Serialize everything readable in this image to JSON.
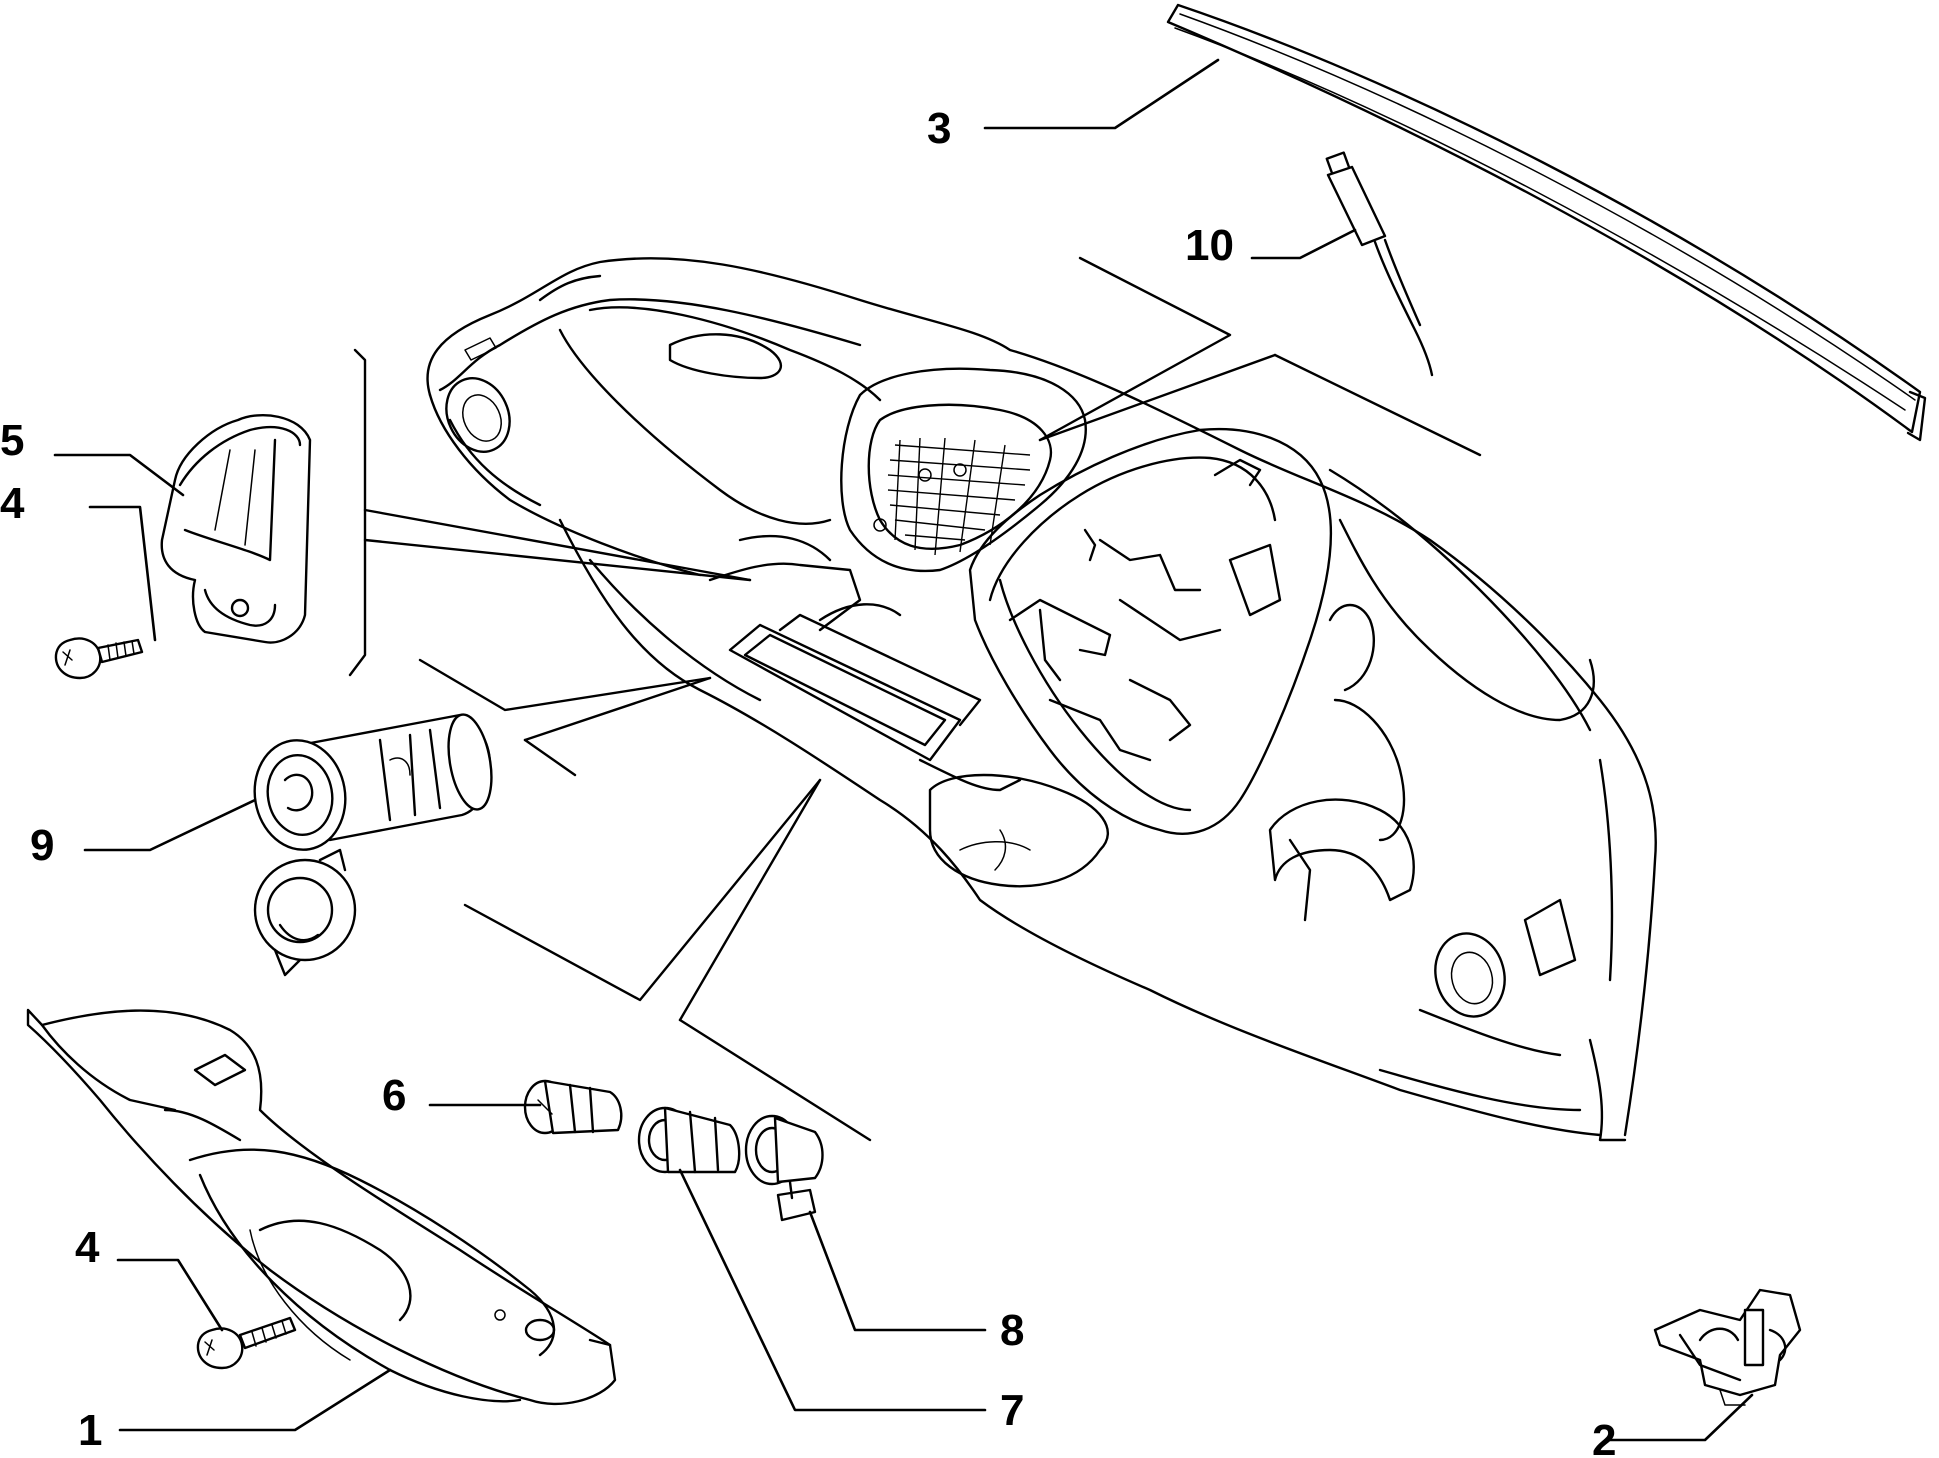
{
  "callouts": [
    {
      "id": "1",
      "label": "1",
      "part": "glove-box-lower-cover"
    },
    {
      "id": "2",
      "label": "2",
      "part": "clip"
    },
    {
      "id": "3",
      "label": "3",
      "part": "windscreen-seal-strip"
    },
    {
      "id": "4a",
      "label": "4",
      "part": "screw"
    },
    {
      "id": "4b",
      "label": "4",
      "part": "screw"
    },
    {
      "id": "5",
      "label": "5",
      "part": "cup-holder"
    },
    {
      "id": "6",
      "label": "6",
      "part": "lighter-plug"
    },
    {
      "id": "7",
      "label": "7",
      "part": "lighter-socket"
    },
    {
      "id": "8",
      "label": "8",
      "part": "lighter-holder-bulb"
    },
    {
      "id": "9",
      "label": "9",
      "part": "power-socket"
    },
    {
      "id": "10",
      "label": "10",
      "part": "sensor"
    }
  ]
}
